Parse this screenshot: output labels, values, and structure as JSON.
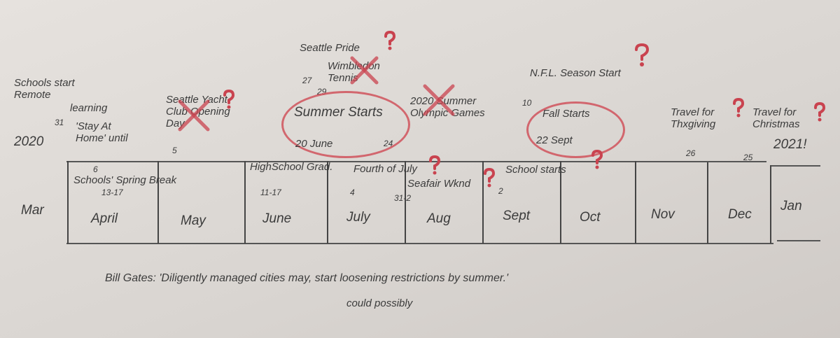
{
  "title_year_start": "2020",
  "title_year_end": "2021!",
  "months": [
    "Mar",
    "April",
    "May",
    "June",
    "July",
    "Aug",
    "Sept",
    "Oct",
    "Nov",
    "Dec",
    "Jan"
  ],
  "events": {
    "remote": "Schools start Remote",
    "remote2": "learning",
    "remote_date": "31",
    "stay": "'Stay At Home' until",
    "stay_date": "6",
    "spring": "Schools' Spring Break",
    "spring_date": "13-17",
    "yacht": "Seattle Yacht Club Opening Day",
    "yacht_date": "5",
    "pride": "Seattle Pride",
    "pride_date": "27",
    "wimbledon": "Wimbledon Tennis",
    "wimbledon_date": "29",
    "summer": "Summer Starts",
    "summer_date": "20 June",
    "olympics": "2020 Summer Olympic Games",
    "olympics_date": "24",
    "grad": "HighSchool Grad.",
    "grad_date": "11-17",
    "july4": "Fourth of July",
    "july4_date": "4",
    "seafair": "Seafair Wknd",
    "seafair_date": "31-2",
    "nfl": "N.F.L. Season Start",
    "nfl_date": "10",
    "fall": "Fall Starts",
    "fall_date": "22 Sept",
    "school": "School starts",
    "school_date": "2",
    "thanks": "Travel for Thxgiving",
    "thanks_date": "26",
    "xmas": "Travel for Christmas",
    "xmas_date": "25"
  },
  "quote": "Bill Gates: 'Diligently managed cities may, start loosening restrictions by summer.'",
  "quote_insert": "could possibly",
  "colors": {
    "pencil": "#3b3b3b",
    "red": "#c9434f"
  }
}
